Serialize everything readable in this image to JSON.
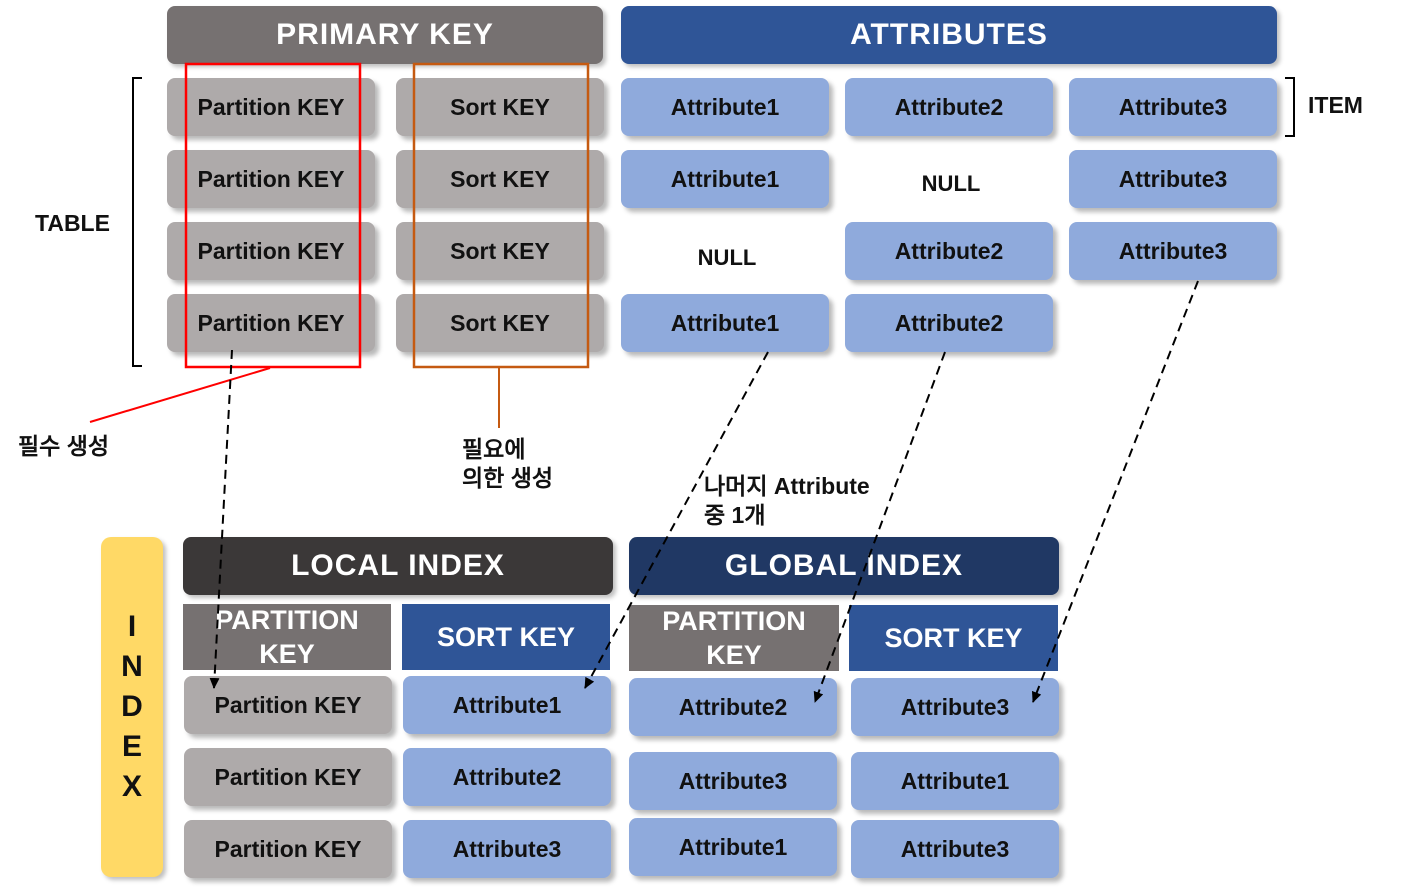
{
  "table": {
    "primary_key_header": "PRIMARY KEY",
    "attributes_header": "ATTRIBUTES",
    "rows": [
      {
        "partition": "Partition KEY",
        "sort": "Sort KEY",
        "attr1": "Attribute1",
        "attr2": "Attribute2",
        "attr3": "Attribute3"
      },
      {
        "partition": "Partition KEY",
        "sort": "Sort KEY",
        "attr1": "Attribute1",
        "attr2": "NULL",
        "attr3": "Attribute3"
      },
      {
        "partition": "Partition KEY",
        "sort": "Sort KEY",
        "attr1": "NULL",
        "attr2": "Attribute2",
        "attr3": "Attribute3"
      },
      {
        "partition": "Partition KEY",
        "sort": "Sort KEY",
        "attr1": "Attribute1",
        "attr2": "Attribute2",
        "attr3": ""
      }
    ],
    "table_label": "TABLE",
    "item_label": "ITEM"
  },
  "annotations": {
    "required": "필수 생성",
    "optional_line1": "필요에",
    "optional_line2": "의한 생성",
    "one_of_line1": "나머지 Attribute",
    "one_of_line2": "중 1개"
  },
  "index": {
    "vertical_label": [
      "I",
      "N",
      "D",
      "E",
      "X"
    ],
    "local": {
      "header": "LOCAL INDEX",
      "partition_header_line1": "PARTITION",
      "partition_header_line2": "KEY",
      "sort_header": "SORT KEY",
      "rows": [
        {
          "partition": "Partition KEY",
          "sort": "Attribute1"
        },
        {
          "partition": "Partition KEY",
          "sort": "Attribute2"
        },
        {
          "partition": "Partition KEY",
          "sort": "Attribute3"
        }
      ]
    },
    "global": {
      "header": "GLOBAL INDEX",
      "partition_header_line1": "PARTITION",
      "partition_header_line2": "KEY",
      "sort_header": "SORT KEY",
      "rows": [
        {
          "partition": "Attribute2",
          "sort": "Attribute3"
        },
        {
          "partition": "Attribute3",
          "sort": "Attribute1"
        },
        {
          "partition": "Attribute1",
          "sort": "Attribute3"
        }
      ]
    }
  },
  "colors": {
    "key_gray": "#aeaaaa",
    "attribute_blue": "#8faadc",
    "header_gray": "#767171",
    "header_blue": "#2f5597",
    "index_yellow": "#ffd966",
    "required_outline": "#ff0000",
    "optional_outline": "#c55a11"
  }
}
